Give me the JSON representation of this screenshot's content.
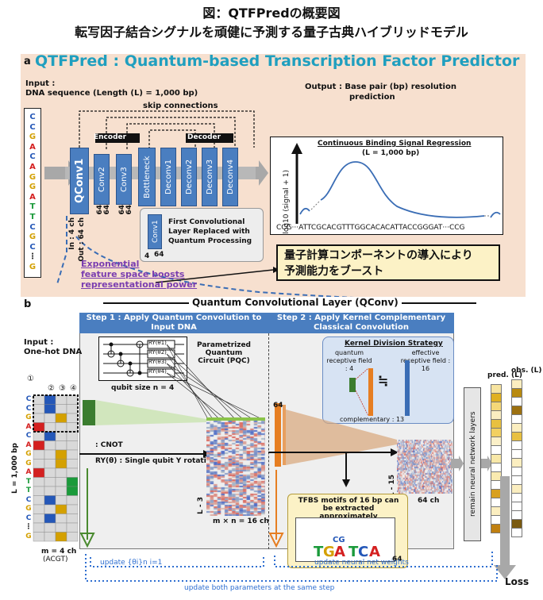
{
  "title": {
    "line1": "図：QTFPredの概要図",
    "line2": "転写因子結合シグナルを頑健に予測する量子古典ハイブリッドモデル"
  },
  "panel_a": {
    "label": "a",
    "heading": "QTFPred : Quantum-based Transcription Factor Predictor",
    "input_label": "Input :",
    "input_desc": "DNA sequence (Length (L) = 1,000 bp)",
    "output_label": "Output : Base pair (bp) resolution",
    "output_label2": "prediction",
    "dna_letters": [
      "C",
      "C",
      "G",
      "A",
      "C",
      "A",
      "G",
      "G",
      "A",
      "T",
      "T",
      "C",
      "G",
      "C",
      "⋮",
      "G"
    ],
    "skip": "skip connections",
    "encoder": "Encoder",
    "decoder": "Decoder",
    "layers": [
      "QConv1",
      "Conv2",
      "Conv3",
      "Bottleneck",
      "Deconv1",
      "Deconv2",
      "Deconv3",
      "Deconv4"
    ],
    "channels": [
      "64",
      "64",
      "64",
      "64"
    ],
    "in_ch": "In : 4 ch",
    "out_ch": "Out : 64 ch",
    "legend_layer": "Conv1",
    "legend_nums": [
      "4",
      "64"
    ],
    "legend_text": "First Convolutional Layer Replaced with Quantum Processing",
    "plot_title": "Continuous Binding Signal Regression",
    "plot_sub": "(L = 1,000 bp)",
    "plot_ylabel": "log10 (signal + 1)",
    "plot_seq": "CCG···ATTCGCACGTTTGGCACACATTACCGGGAT···CCG",
    "callout1": "量子計算コンポーネントの導入により",
    "callout2": "予測能力をブースト",
    "exp1": "Exponential",
    "exp2": "feature space boosts",
    "exp3": "representational power"
  },
  "panel_b": {
    "label": "b",
    "heading": "Quantum Convolutional Layer (QConv)",
    "step1": "Step 1 : Apply Quantum Convolution to Input DNA",
    "step2": "Step 2 : Apply Kernel Complementary Classical Convolution",
    "input_label": "Input :",
    "input_desc": "One-hot DNA",
    "circled": [
      "①",
      "②",
      "③",
      "④"
    ],
    "dna_letters": [
      "C",
      "C",
      "G",
      "A",
      "C",
      "A",
      "G",
      "G",
      "A",
      "T",
      "T",
      "C",
      "G",
      "C",
      "⋮",
      "G"
    ],
    "pqc": "Parametrized Quantum Circuit (PQC)",
    "gates": [
      "RY(θ1)",
      "RY(θ2)",
      "RY(θ3)",
      "RY(θ4)"
    ],
    "qubit_size": "qubit size n = 4",
    "cnot": ": CNOT",
    "ry": "RY(θ) : Single qubit Y rotation",
    "l_bp": "L = 1,000 bp",
    "m_ch": "m = 4 ch",
    "acgt": "(ACGT)",
    "l3": "L - 3",
    "mn": "m × n = 16 ch",
    "kernel_title": "Kernel Division Strategy",
    "quantum_rf": "quantum receptive field : 4",
    "effective_rf": "effective receptive field : 16",
    "approx": "≒",
    "complementary": "complementary : 13",
    "n64": "64",
    "l15": "L - 15",
    "ch64": "64 ch",
    "tfbs": "TFBS motifs of 16 bp can be extracted approximately",
    "tfbs64": "64",
    "remain": "remain neural network layers",
    "pred": "pred. (L)",
    "obs": "obs. (L)",
    "loss": "Loss",
    "update_theta": "update {θi}n i=1",
    "update_nn": "update neural net weights",
    "update_both": "update both parameters at the same step"
  },
  "colors": {
    "A": "#d42020",
    "C": "#2457b8",
    "G": "#d4a000",
    "T": "#1a9a3a",
    "panel_a_bg": "#f7e0cf",
    "teal": "#1f9fbf",
    "blue": "#4a7ec0",
    "step_bg": "#4a7ec0",
    "purple": "#7a3db0"
  }
}
